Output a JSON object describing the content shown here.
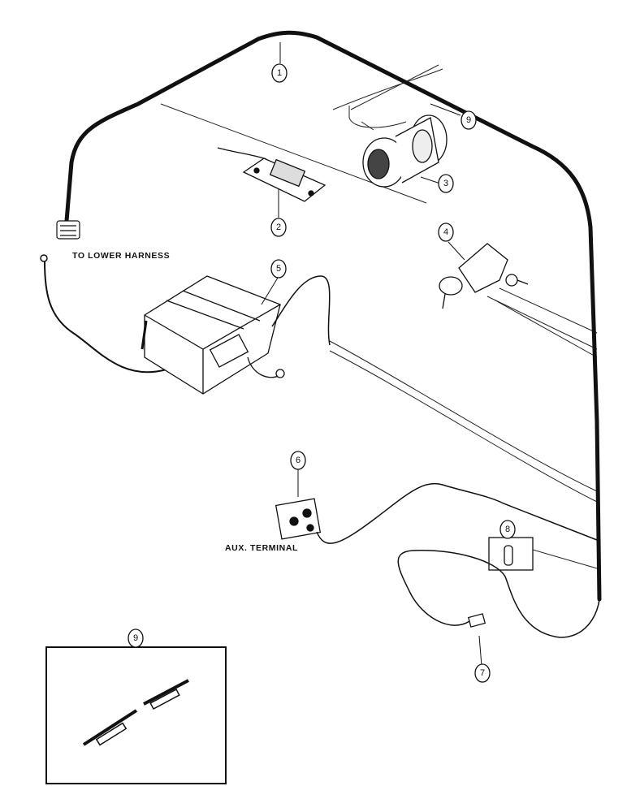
{
  "labels": {
    "to_lower_harness": "TO LOWER HARNESS",
    "aux_terminal": "AUX. TERMINAL"
  },
  "callouts": {
    "c1": "1",
    "c2": "2",
    "c3": "3",
    "c4": "4",
    "c5": "5",
    "c6": "6",
    "c7": "7",
    "c8": "8",
    "c9_top": "9",
    "c9_inset": "9"
  },
  "colors": {
    "ink": "#111111",
    "paper": "#ffffff"
  }
}
